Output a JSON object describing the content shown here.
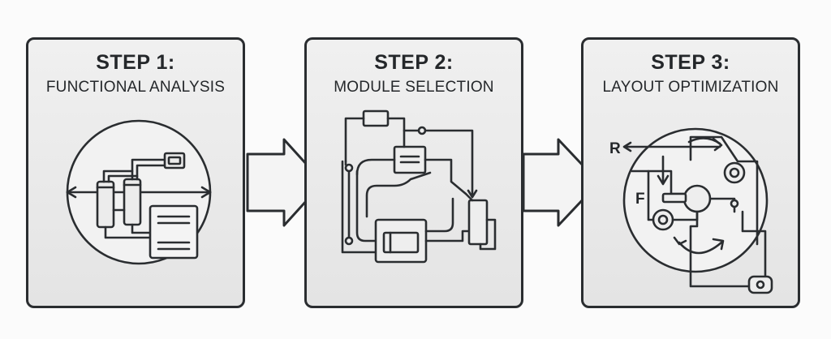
{
  "steps": [
    {
      "title": "STEP 1:",
      "subtitle": "FUNCTIONAL ANALYSIS"
    },
    {
      "title": "STEP 2:",
      "subtitle": "MODULE SELECTION"
    },
    {
      "title": "STEP 3:",
      "subtitle": "LAYOUT OPTIMIZATION"
    }
  ],
  "step3_labels": {
    "r": "R",
    "f": "F"
  },
  "colors": {
    "stroke": "#2a2d30",
    "panel_fill": "#e8e8e8",
    "arrow_fill": "#f4f4f4"
  }
}
